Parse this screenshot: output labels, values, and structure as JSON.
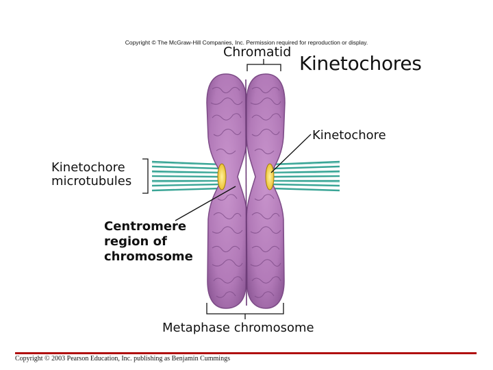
{
  "copyright_top": "Copyright © The McGraw-Hill Companies, Inc. Permission required for reproduction or display.",
  "title": "Kinetochores",
  "labels": {
    "chromatid": "Chromatid",
    "kinetochore": "Kinetochore",
    "microtubules_line1": "Kinetochore",
    "microtubules_line2": "microtubules",
    "centromere_line1": "Centromere",
    "centromere_line2": "region of",
    "centromere_line3": "chromosome",
    "metaphase": "Metaphase chromosome"
  },
  "copyright_bottom": "Copyright © 2003 Pearson Education, Inc. publishing as Benjamin Cummings",
  "colors": {
    "chromatid_fill": "#b27ab8",
    "chromatid_fold": "#7c4a86",
    "kinetochore_fill": "#f2d43a",
    "microtubule": "#3aa596",
    "footer_rule": "#b01010"
  }
}
